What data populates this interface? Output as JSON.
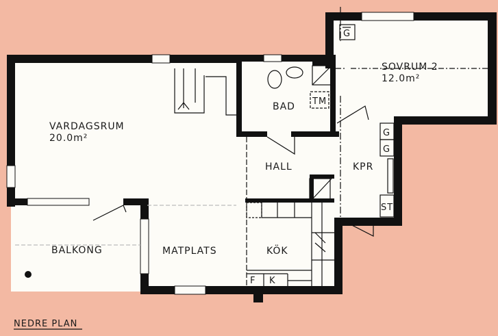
{
  "plan_title": "NEDRE PLAN",
  "rooms": {
    "living": {
      "name": "VARDAGSRUM",
      "area": "20.0m²"
    },
    "bedroom": {
      "name": "SOVRUM 2",
      "area": "12.0m²"
    },
    "bath": {
      "name": "BAD",
      "fixture": "TM"
    },
    "hall": {
      "name": "HALL"
    },
    "closet": {
      "name": "KPR",
      "fixtures": [
        "G",
        "G",
        "ST"
      ]
    },
    "balcony": {
      "name": "BALKONG"
    },
    "dining": {
      "name": "MATPLATS"
    },
    "kitchen": {
      "name": "KÖK",
      "fixtures": [
        "F",
        "K"
      ]
    },
    "bedroom_fixture": "G"
  },
  "colors": {
    "background": "#f3b9a3",
    "floor": "#fdfcf7",
    "wall": "#111111"
  }
}
